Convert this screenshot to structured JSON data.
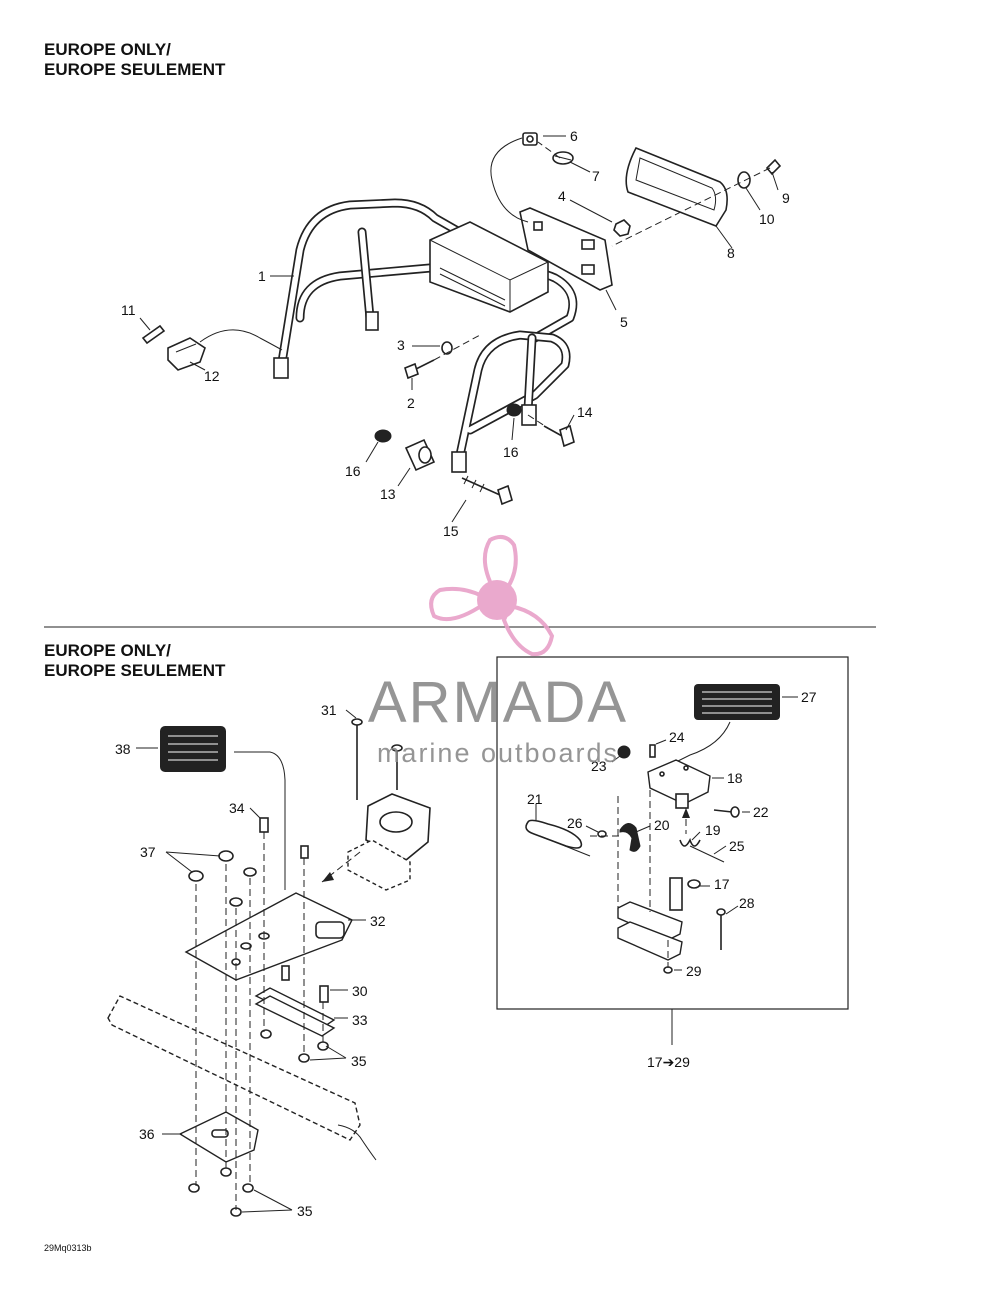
{
  "headings": {
    "top": {
      "line1": "EUROPE ONLY/",
      "line2": "EUROPE SEULEMENT"
    },
    "bottom": {
      "line1": "EUROPE ONLY/",
      "line2": "EUROPE SEULEMENT"
    }
  },
  "callouts": {
    "c1": "1",
    "c2": "2",
    "c3": "3",
    "c4": "4",
    "c5": "5",
    "c6": "6",
    "c7": "7",
    "c8": "8",
    "c9": "9",
    "c10": "10",
    "c11": "11",
    "c12": "12",
    "c13": "13",
    "c14": "14",
    "c15": "15",
    "c16a": "16",
    "c16b": "16",
    "c17": "17",
    "c18": "18",
    "c19": "19",
    "c20": "20",
    "c21": "21",
    "c22": "22",
    "c23": "23",
    "c24": "24",
    "c25": "25",
    "c26": "26",
    "c27": "27",
    "c28": "28",
    "c29": "29",
    "c30": "30",
    "c31": "31",
    "c32": "32",
    "c33": "33",
    "c34": "34",
    "c35a": "35",
    "c35b": "35",
    "c36": "36",
    "c37": "37",
    "c38": "38",
    "range": "17➔29"
  },
  "figure_code": "29Mq0313b",
  "watermark": {
    "brand": "ARMADA",
    "tagline": "marine outboards",
    "logo_color": "#e8a0c8",
    "text_color": "#8a8a8a"
  },
  "icons": {
    "logo": "propeller-logo-icon"
  }
}
